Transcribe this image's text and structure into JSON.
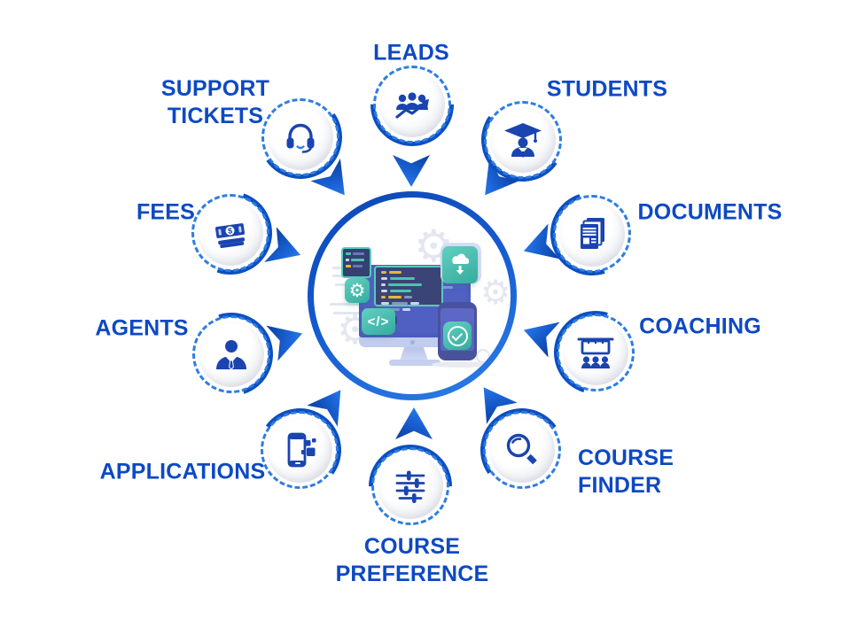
{
  "diagram": {
    "title_visible": false,
    "items": [
      {
        "id": "leads",
        "label": "LEADS",
        "icon": "growth-team-icon"
      },
      {
        "id": "students",
        "label": "STUDENTS",
        "icon": "graduate-icon"
      },
      {
        "id": "documents",
        "label": "DOCUMENTS",
        "icon": "documents-stack-icon"
      },
      {
        "id": "coaching",
        "label": "COACHING",
        "icon": "classroom-icon"
      },
      {
        "id": "course-finder",
        "label": "COURSE\nFINDER",
        "icon": "magnifier-icon"
      },
      {
        "id": "course-preference",
        "label": "COURSE\nPREFERENCE",
        "icon": "sliders-icon"
      },
      {
        "id": "applications",
        "label": "APPLICATIONS",
        "icon": "smartphone-apps-icon"
      },
      {
        "id": "agents",
        "label": "AGENTS",
        "icon": "businessman-icon"
      },
      {
        "id": "fees",
        "label": "FEES",
        "icon": "banknotes-icon"
      },
      {
        "id": "support-tickets",
        "label": "SUPPORT\nTICKETS",
        "icon": "headset-icon"
      }
    ],
    "center": {
      "icon": "crm-software-illustration",
      "code_badge_text": "</>"
    },
    "icons": {
      "gear": "⚙",
      "dollar": "$"
    },
    "colors": {
      "label_text": "#0d49c4",
      "ring_dashed": "#2e7de2",
      "ring_solid": "#0c4fc0",
      "hub_ring": "#1459cf",
      "arrow_dark": "#0a3e9e",
      "arrow_light": "#2f86ef",
      "icon_navy": "#1a44b0",
      "teal_accent": "#4cc4b2",
      "screen_navy": "#3b4476",
      "monitor_blue": "#4d5cbe"
    }
  }
}
